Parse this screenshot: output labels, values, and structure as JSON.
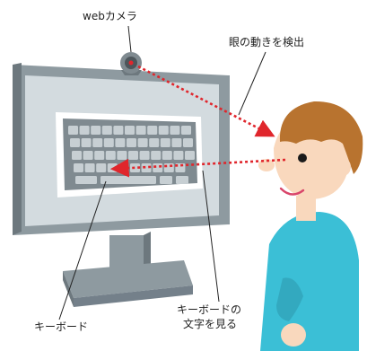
{
  "labels": {
    "webcam": "webカメラ",
    "eye_detect": "眼の動きを検出",
    "keyboard": "キーボード",
    "keyboard_text_line1": "キーボードの",
    "keyboard_text_line2": "文字を見る"
  },
  "colors": {
    "monitor_frame": "#8e9aa0",
    "monitor_frame_dark": "#6d787e",
    "screen": "#d3dbdf",
    "keyboard_body": "#7f8a90",
    "key": "#c7cfd3",
    "stand": "#8e9aa0",
    "gaze_arrow": "#e0262c",
    "hair": "#b8732f",
    "skin": "#f9d8bd",
    "shirt": "#3bbfd6"
  }
}
